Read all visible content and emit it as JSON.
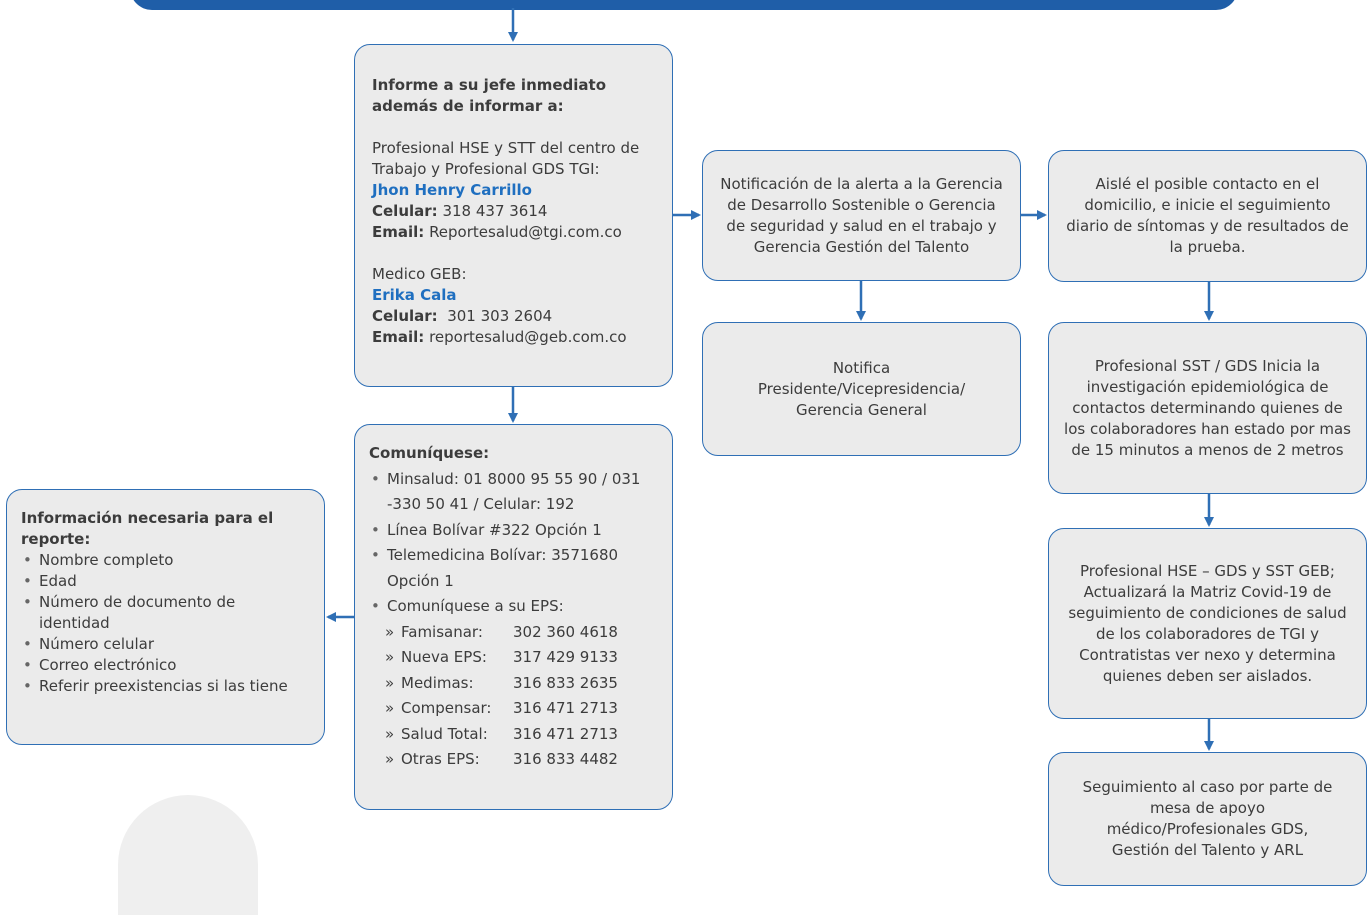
{
  "report_box": {
    "title": "Informe a su jefe inmediato además de informar a:",
    "intro": "Profesional HSE y STT del centro de Trabajo y Profesional GDS TGI:",
    "contact1_name": "Jhon Henry Carrillo",
    "phone_label": "Celular:",
    "contact1_phone": "318 437 3614",
    "email_label": "Email:",
    "contact1_email": "Reportesalud@tgi.com.co",
    "medico_label": "Medico GEB:",
    "contact2_name": "Erika Cala",
    "contact2_phone": "301 303 2604",
    "contact2_email": "reportesalud@geb.com.co"
  },
  "comuniquese_box": {
    "title": "Comuníquese:",
    "items": [
      "Minsalud: 01 8000 95 55 90 / 031 -330 50 41 / Celular: 192",
      "Línea Bolívar #322 Opción 1",
      "Telemedicina Bolívar: 3571680 Opción 1",
      "Comuníquese a su EPS:"
    ],
    "eps": [
      {
        "name": "Famisanar:",
        "phone": "302 360 4618"
      },
      {
        "name": "Nueva EPS:",
        "phone": "317 429 9133"
      },
      {
        "name": "Medimas:",
        "phone": "316 833 2635"
      },
      {
        "name": "Compensar:",
        "phone": "316 471 2713"
      },
      {
        "name": "Salud Total:",
        "phone": "316 471 2713"
      },
      {
        "name": "Otras EPS:",
        "phone": "316 833 4482"
      }
    ]
  },
  "info_box": {
    "title": "Información necesaria para el reporte:",
    "items": [
      "Nombre completo",
      "Edad",
      "Número de documento de identidad",
      "Número celular",
      "Correo electrónico",
      "Referir preexistencias si las tiene"
    ]
  },
  "notification_box": "Notificación de la alerta a la Gerencia de Desarrollo Sostenible o Gerencia de seguridad y salud en el trabajo  y Gerencia Gestión del Talento",
  "notifica_box": "Notifica Presidente/Vicepresidencia/ Gerencia General",
  "isolate_box": "Aislé el posible contacto en el domicilio, e inicie el seguimiento diario de síntomas y de resultados de la prueba.",
  "investigation_box": "Profesional SST / GDS Inicia la investigación epidemiológica de contactos determinando quienes de los colaboradores han estado por mas de 15 minutos a menos de 2 metros",
  "matrix_box": "Profesional HSE – GDS y SST GEB; Actualizará la Matriz Covid-19 de seguimiento de condiciones de salud de los colaboradores de TGI y Contratistas ver nexo y determina quienes deben ser aislados.",
  "followup_box": "Seguimiento al caso por parte de mesa de apoyo médico/Profesionales GDS, Gestión del Talento y ARL",
  "colors": {
    "accent": "#2f6fb5",
    "box_fill": "#ebebeb",
    "top_bar": "#1f5ea8",
    "name_blue": "#1f6fc0"
  }
}
